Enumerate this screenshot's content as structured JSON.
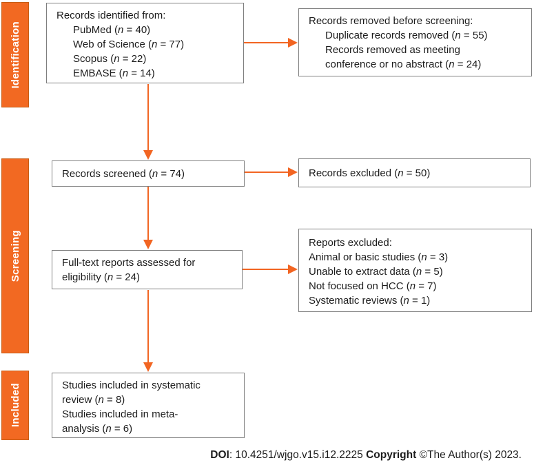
{
  "figure": {
    "title": "PRISMA flow diagram",
    "colors": {
      "accent_orange": "#F26922",
      "arrow_orange": "#F26522",
      "box_border_gray": "#7f7f7f"
    },
    "stages": [
      {
        "label": "Identification"
      },
      {
        "label": "Screening"
      },
      {
        "label": "Included"
      }
    ],
    "boxes": {
      "identified": {
        "lines": [
          {
            "text": "Records identified from:",
            "indent": 0
          },
          {
            "text": "PubMed (n = 40)",
            "indent": 1
          },
          {
            "text": "Web of Science (n = 77)",
            "indent": 1
          },
          {
            "text": "Scopus (n = 22)",
            "indent": 1
          },
          {
            "text": "EMBASE (n = 14)",
            "indent": 1
          }
        ]
      },
      "removed_before_screening": {
        "lines": [
          {
            "text": "Records removed before screening:",
            "indent": 0
          },
          {
            "text": "Duplicate records removed  (n = 55)",
            "indent": 1
          },
          {
            "text": "Records removed as meeting",
            "indent": 1
          },
          {
            "text": "conference or no abstract (n = 24)",
            "indent": 1
          }
        ]
      },
      "screened": {
        "lines": [
          {
            "text": "Records screened (n = 74)",
            "indent": 0
          }
        ]
      },
      "records_excluded": {
        "lines": [
          {
            "text": "Records excluded (n = 50)",
            "indent": 0
          }
        ]
      },
      "fulltext_assessed": {
        "lines": [
          {
            "text": "Full-text reports assessed for",
            "indent": 0
          },
          {
            "text": "eligibility (n = 24)",
            "indent": 0
          }
        ]
      },
      "reports_excluded": {
        "lines": [
          {
            "text": "Reports excluded:",
            "indent": 0
          },
          {
            "text": "Animal or basic studies (n = 3)",
            "indent": 0
          },
          {
            "text": "Unable to extract data (n = 5)",
            "indent": 0
          },
          {
            "text": "Not focused on HCC (n = 7)",
            "indent": 0
          },
          {
            "text": "Systematic reviews (n = 1)",
            "indent": 0
          }
        ]
      },
      "included_studies": {
        "lines": [
          {
            "text": "Studies included in systematic",
            "indent": 0
          },
          {
            "text": "review (n = 8)",
            "indent": 0
          },
          {
            "text": "Studies included in meta-",
            "indent": 0
          },
          {
            "text": "analysis (n = 6)",
            "indent": 0
          }
        ]
      }
    },
    "footer": {
      "segments": [
        {
          "text": "DOI",
          "bold": true
        },
        {
          "text": ": 10.4251/wjgo.v15.i12.2225 ",
          "bold": false
        },
        {
          "text": "Copyright",
          "bold": true
        },
        {
          "text": " ©The Author(s) 2023.",
          "bold": false
        }
      ]
    }
  }
}
